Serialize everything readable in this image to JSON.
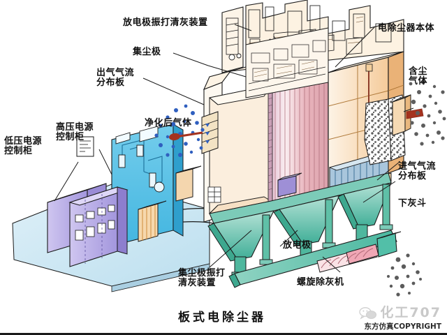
{
  "diagram": {
    "title": "板式电除尘器",
    "labels": {
      "rapper_discharge": "放电极振打清灰装置",
      "collecting_electrode": "集尘极",
      "outlet_gas_distributor": "出气气流\n分布板",
      "clean_gas": "净化后气体",
      "hv_power_cabinet": "高压电源\n控制柜",
      "lv_power_cabinet": "低压电源\n控制柜",
      "esp_body": "电除尘器本体",
      "dusty_gas": "含尘\n气体",
      "inlet_gas_distributor": "进气气流\n分布板",
      "ash_hopper": "下灰斗",
      "discharge_electrode": "放电极",
      "collecting_rapper": "集尘极振打\n清灰装置",
      "screw_conveyor": "螺旋除灰机"
    },
    "watermark": {
      "main": "化工707",
      "sub": "东方仿真COPYRIGHT",
      "icon": "wechat-icon"
    },
    "colors": {
      "body_tan": "#f7d7ae",
      "body_tan_light": "#fbe9cf",
      "plate_pink": "#e8b4bb",
      "plate_pink_light": "#f6dde0",
      "hopper_teal": "#52bfa8",
      "hopper_teal_light": "#9ad9cb",
      "room_blue": "#5fc4e8",
      "cabinet_purple": "#b9aee6",
      "cabinet_purple_dark": "#9b8ed8",
      "floor_blue": "#cfe9f4",
      "dust_gray": "#6f6f6f",
      "clean_blue": "#2f5fbf",
      "outline": "#1a1a1a",
      "leader": "#222222",
      "screw_pink": "#f0a7b5"
    }
  }
}
